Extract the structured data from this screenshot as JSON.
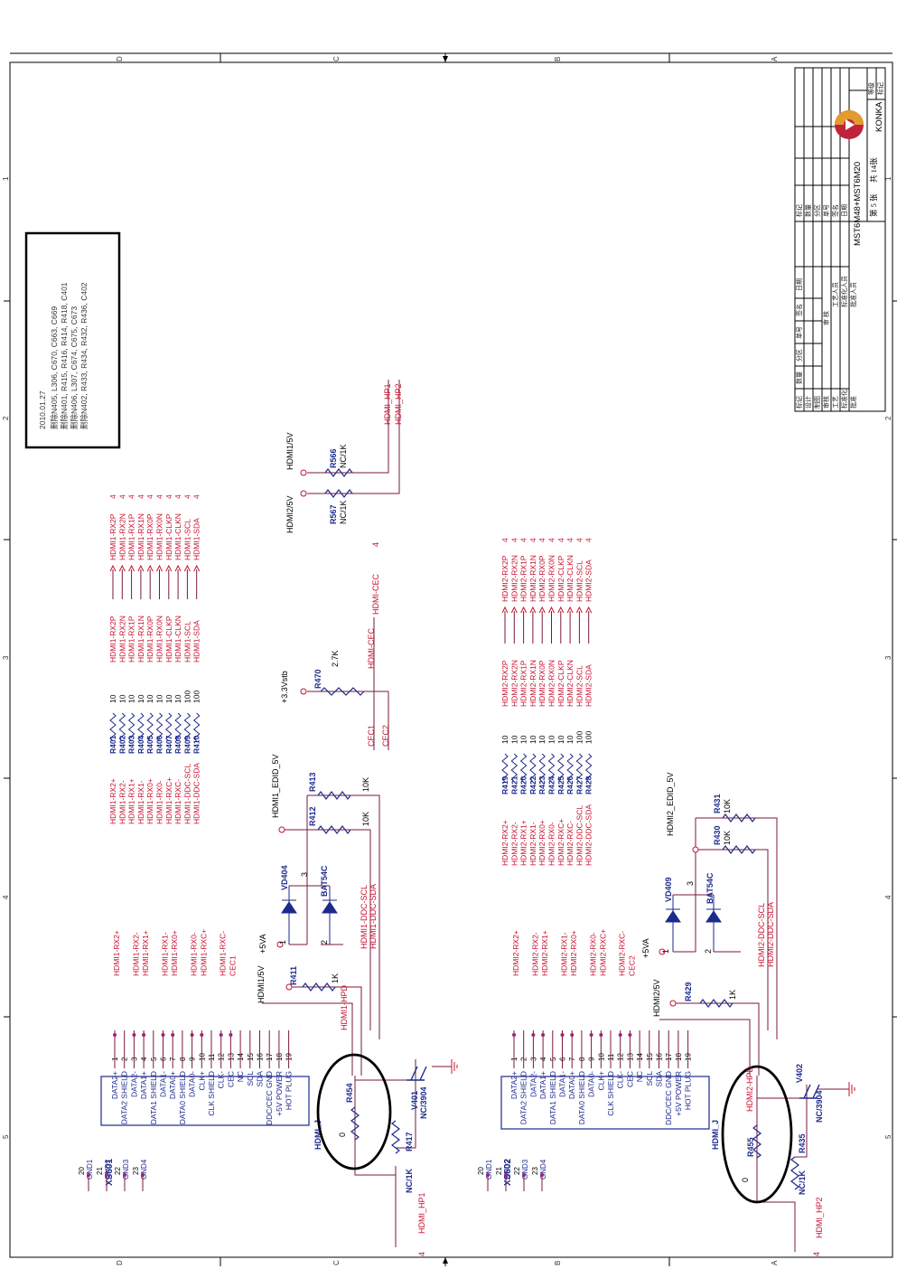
{
  "colors": {
    "net": "#c8102e",
    "wire": "#7a1a3a",
    "part": "#1c2a8c",
    "ink": "#000000",
    "node": "#a0207a",
    "logo": "#c0233c",
    "logo_accent": "#e39b2d"
  },
  "frame": {
    "zones_top": [
      "D",
      "C",
      "B",
      "A"
    ],
    "zones_bottom": [
      "D",
      "C",
      "B",
      "A"
    ],
    "zones_left": [
      "1",
      "2",
      "3",
      "4",
      "5"
    ],
    "zones_right": [
      "1",
      "2",
      "3",
      "4",
      "5"
    ]
  },
  "notes": {
    "line1": "2010.01.27",
    "line2": "删除N405, L306, C670, C663, C669",
    "line3": "删除N401, R415, R416, R414, R418, C401",
    "line4": "删除N406, L307, C674, C675, C673",
    "line5": "删除N402, R433, R434, R432, R436, C402"
  },
  "title_block": {
    "model": "MST6M48+MST6M20",
    "brand": "KONKA",
    "sheet": "第 5 张",
    "total": "共 14张",
    "level": "等级",
    "mark": "标记",
    "h_mark": "标记",
    "h_qty": "数量",
    "h_zone": "分区",
    "h_doc": "单号",
    "h_sign": "签名",
    "h_date": "日期",
    "r_design": "设计",
    "r_draw": "制图",
    "r_check": "审核",
    "r_proc": "工艺",
    "r_std": "标准化",
    "r_approve": "批准",
    "r_proc_p": "工艺人员",
    "r_std_p": "标准化人员",
    "r_app_p": "批准人员",
    "r_check_p": "审 核"
  },
  "conn1": {
    "ref": "XS601",
    "type": "HDMI_J",
    "pins": [
      "DATA2+",
      "DATA2 SHIELD",
      "DATA2-",
      "DATA1+",
      "DATA1 SHIELD",
      "DATA1-",
      "DATA0+",
      "DATA0 SHIELD",
      "DATA0-",
      "CLK+",
      "CLK SHIELD",
      "CLK-",
      "CEC",
      "NC",
      "SCL",
      "SDA",
      "DDC/CEC GND",
      "+5V POWER",
      "HOT PLUG"
    ],
    "nums": [
      "1",
      "2",
      "3",
      "4",
      "5",
      "6",
      "7",
      "8",
      "9",
      "10",
      "11",
      "12",
      "13",
      "14",
      "15",
      "16",
      "17",
      "18",
      "19"
    ],
    "gnd_nums": [
      "20",
      "21",
      "22",
      "23"
    ],
    "gnd_labels": [
      "GND1",
      "GND2",
      "GND3",
      "GND4"
    ],
    "nets": [
      "HDMI1-RX2+",
      "HDMI1-RX2-",
      "HDMI1-RX1+",
      "HDMI1-RX1-",
      "HDMI1-RX0+",
      "HDMI1-RX0-",
      "HDMI1-RXC+",
      "HDMI1-RXC-",
      "CEC1"
    ],
    "hpd": "HDMI1-HPD",
    "hp": "HDMI_HP1",
    "hp_num": "4"
  },
  "conn2": {
    "ref": "XS602",
    "type": "HDMI_J",
    "pins": [
      "DATA2+",
      "DATA2 SHIELD",
      "DATA2-",
      "DATA1+",
      "DATA1 SHIELD",
      "DATA1-",
      "DATA0+",
      "DATA0 SHIELD",
      "DATA0-",
      "CLK+",
      "CLK SHIELD",
      "CLK-",
      "CEC",
      "NC",
      "SCL",
      "SDA",
      "DDC/CEC GND",
      "+5V POWER",
      "HOT PLUG"
    ],
    "nums": [
      "1",
      "2",
      "3",
      "4",
      "5",
      "6",
      "7",
      "8",
      "9",
      "10",
      "11",
      "12",
      "13",
      "14",
      "15",
      "16",
      "17",
      "18",
      "19"
    ],
    "gnd_nums": [
      "20",
      "21",
      "22",
      "23"
    ],
    "gnd_labels": [
      "GND1",
      "GND2",
      "GND3",
      "GND4"
    ],
    "nets": [
      "HDMI2-RX2+",
      "HDMI2-RX2-",
      "HDMI2-RX1+",
      "HDMI2-RX1-",
      "HDMI2-RX0+",
      "HDMI2-RX0-",
      "HDMI2-RXC+",
      "HDMI2-RXC-",
      "CEC2"
    ],
    "hpd": "HDMI2-HPD",
    "hp": "HDMI_HP2",
    "hp_num": "4"
  },
  "bank1": {
    "left": [
      "HDMI1-RX2+",
      "HDMI1-RX2-",
      "HDMI1-RX1+",
      "HDMI1-RX1-",
      "HDMI1-RX0+",
      "HDMI1-RX0-",
      "HDMI1-RXC+",
      "HDMI1-RXC-",
      "HDMI1-DDC-SCL",
      "HDMI1-DDC-SDA"
    ],
    "refs": [
      "R401",
      "R402",
      "R403",
      "R404",
      "R405",
      "R406",
      "R407",
      "R408",
      "R409",
      "R410"
    ],
    "vals": [
      "10",
      "10",
      "10",
      "10",
      "10",
      "10",
      "10",
      "10",
      "100",
      "100"
    ],
    "right": [
      "HDMI1-RX2P",
      "HDMI1-RX2N",
      "HDMI1-RX1P",
      "HDMI1-RX1N",
      "HDMI1-RX0P",
      "HDMI1-RX0N",
      "HDMI1-CLKP",
      "HDMI1-CLKN",
      "HDMI1-SCL",
      "HDMI1-SDA"
    ],
    "ports": [
      "HDMI1-RX2P",
      "HDMI1-RX2N",
      "HDMI1-RX1P",
      "HDMI1-RX1N",
      "HDMI1-RX0P",
      "HDMI1-RX0N",
      "HDMI1-CLKP",
      "HDMI1-CLKN",
      "HDMI1-SCL",
      "HDMI1-SDA"
    ],
    "sheet": "4"
  },
  "bank2": {
    "left": [
      "HDMI2-RX2+",
      "HDMI2-RX2-",
      "HDMI2-RX1+",
      "HDMI2-RX1-",
      "HDMI2-RX0+",
      "HDMI2-RX0-",
      "HDMI2-RXC+",
      "HDMI2-RXC-",
      "HDMI2-DDC-SCL",
      "HDMI2-DDC-SDA"
    ],
    "refs": [
      "R419",
      "R421",
      "R420",
      "R422",
      "R423",
      "R424",
      "R425",
      "R426",
      "R427",
      "R428"
    ],
    "vals": [
      "10",
      "10",
      "10",
      "10",
      "10",
      "10",
      "10",
      "10",
      "100",
      "100"
    ],
    "right": [
      "HDMI2-RX2P",
      "HDMI2-RX2N",
      "HDMI2-RX1P",
      "HDMI2-RX1N",
      "HDMI2-RX0P",
      "HDMI2-RX0N",
      "HDMI2-CLKP",
      "HDMI2-CLKN",
      "HDMI2-SCL",
      "HDMI2-SDA"
    ],
    "ports": [
      "HDMI2-RX2P",
      "HDMI2-RX2N",
      "HDMI2-RX1P",
      "HDMI2-RX1N",
      "HDMI2-RX0P",
      "HDMI2-RX0N",
      "HDMI2-CLKP",
      "HDMI2-CLKN",
      "HDMI2-SCL",
      "HDMI2-SDA"
    ],
    "sheet": "4"
  },
  "cec": {
    "vstb": "+3.3Vstb",
    "ref": "R470",
    "val": "2.7K",
    "net": "HDMI-CEC",
    "port": "HDMI-CEC",
    "port_num": "4",
    "cec1": "CEC1",
    "cec2": "CEC2"
  },
  "hp_sel": {
    "r566": "R566",
    "r566v": "NC/1K",
    "r567": "R567",
    "r567v": "NC/1K",
    "p5v1": "HDMI1/5V",
    "p5v2": "HDMI2/5V",
    "hp1": "HDMI_HP1",
    "hp2": "HDMI_HP2"
  },
  "edid1": {
    "net": "HDMI1_EDID_5V",
    "r413": "R413",
    "r413v": "10K",
    "r412": "R412",
    "r412v": "10K",
    "vd": "VD404",
    "vdt": "BAT54C",
    "p5va": "+5VA",
    "p5v": "HDMI1/5V",
    "r411": "R411",
    "r411v": "1K",
    "scl": "HDMI1-DDC-SCL",
    "sda": "HDMI1-DDC-SDA",
    "n1": "1",
    "n2": "2",
    "n3": "3"
  },
  "edid2": {
    "net": "HDMI2_EDID_5V",
    "r431": "R431",
    "r431v": "10K",
    "r430": "R430",
    "r430v": "10K",
    "vd": "VD409",
    "vdt": "BAT54C",
    "p5va": "+5VA",
    "p5v": "HDMI2/5V",
    "r429": "R429",
    "r429v": "1K",
    "scl": "HDMI2-DDC-SCL",
    "sda": "HDMI2-DDC-SDA",
    "n1": "1",
    "n2": "2",
    "n3": "3"
  },
  "hpd1": {
    "r454": "R454",
    "r454v": "0",
    "r417": "R417",
    "r417v": "NC/1K",
    "q": "V401",
    "qt": "NC/3904"
  },
  "hpd2": {
    "r455": "R455",
    "r455v": "0",
    "r435": "R435",
    "r435v": "NC/1K",
    "q": "V402",
    "qt": "NC/3904"
  }
}
